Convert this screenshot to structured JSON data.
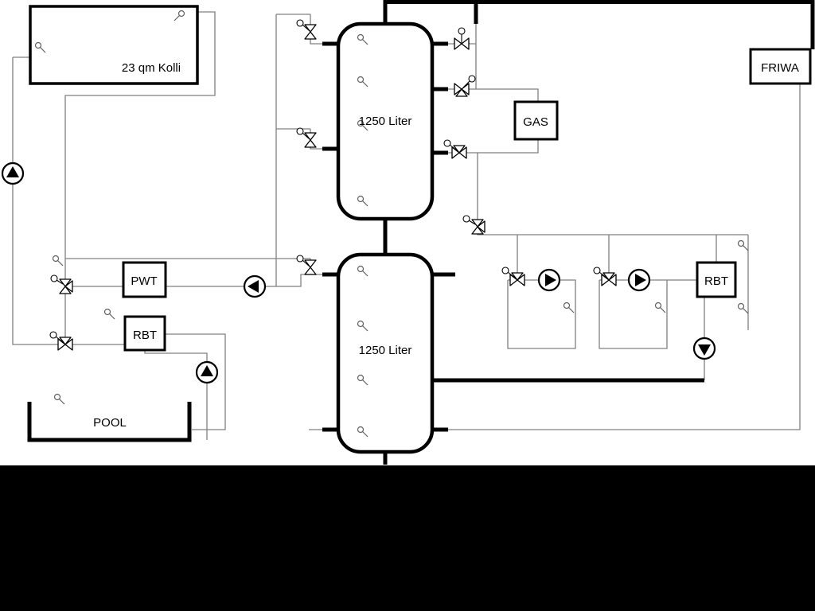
{
  "diagram": {
    "type": "hydraulic-heating-schematic",
    "background": "#ffffff",
    "colors": {
      "pipe": "#808080",
      "main_pipe": "#000000",
      "component_stroke": "#000000",
      "component_fill": "#ffffff",
      "bottom_band": "#000000"
    },
    "labels": {
      "collector": "23 qm Kolli",
      "tank_upper": "1250 Liter",
      "tank_lower": "1250 Liter",
      "heat_exchanger_pwt": "PWT",
      "heat_exchanger_rbt_left": "RBT",
      "heat_exchanger_rbt_right": "RBT",
      "boiler": "GAS",
      "fresh_water_station": "FRIWA",
      "pool": "POOL"
    },
    "icons": {
      "pump-icon": "circle-with-filled-triangle",
      "motor-valve-icon": "outlined-bowtie-with-actuator-circle",
      "three-way-valve-icon": "outlined-triple-triangle-with-actuator-circle",
      "sensor-icon": "small-open-circle-with-stem"
    }
  }
}
